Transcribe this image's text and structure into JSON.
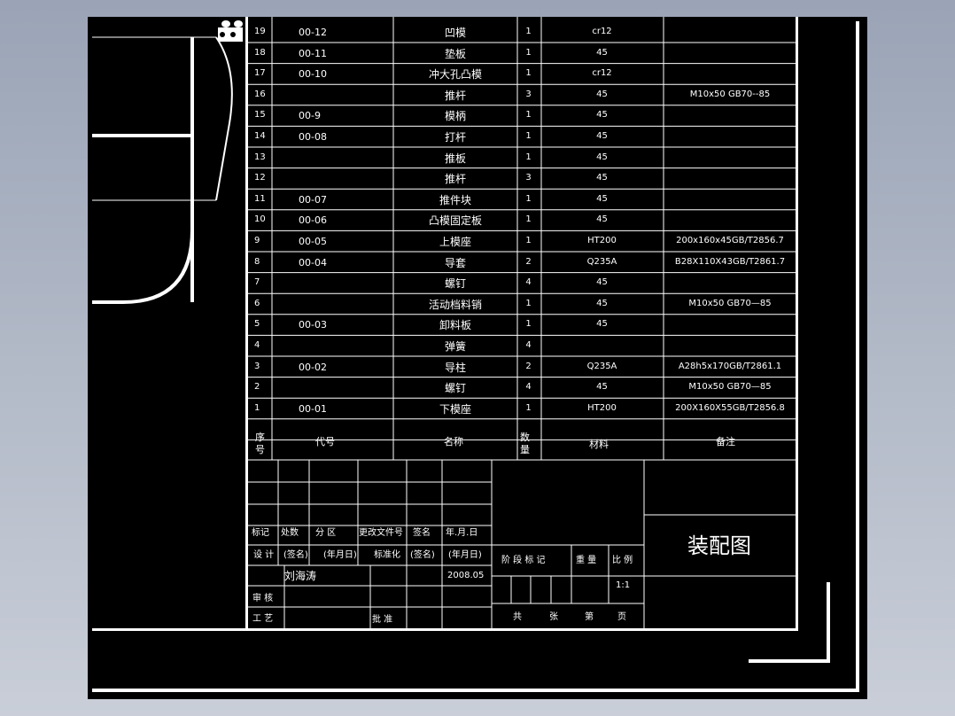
{
  "parts": [
    {
      "no": "19",
      "code": "00-12",
      "name": "凹模",
      "qty": "1",
      "material": "cr12",
      "note": ""
    },
    {
      "no": "18",
      "code": "00-11",
      "name": "垫板",
      "qty": "1",
      "material": "45",
      "note": ""
    },
    {
      "no": "17",
      "code": "00-10",
      "name": "冲大孔凸模",
      "qty": "1",
      "material": "cr12",
      "note": ""
    },
    {
      "no": "16",
      "code": "",
      "name": "推杆",
      "qty": "3",
      "material": "45",
      "note": "M10x50  GB70--85"
    },
    {
      "no": "15",
      "code": "00-9",
      "name": "模柄",
      "qty": "1",
      "material": "45",
      "note": ""
    },
    {
      "no": "14",
      "code": "00-08",
      "name": "打杆",
      "qty": "1",
      "material": "45",
      "note": ""
    },
    {
      "no": "13",
      "code": "",
      "name": "推板",
      "qty": "1",
      "material": "45",
      "note": ""
    },
    {
      "no": "12",
      "code": "",
      "name": "推杆",
      "qty": "3",
      "material": "45",
      "note": ""
    },
    {
      "no": "11",
      "code": "00-07",
      "name": "推件块",
      "qty": "1",
      "material": "45",
      "note": ""
    },
    {
      "no": "10",
      "code": "00-06",
      "name": "凸模固定板",
      "qty": "1",
      "material": "45",
      "note": ""
    },
    {
      "no": "9",
      "code": "00-05",
      "name": "上模座",
      "qty": "1",
      "material": "HT200",
      "note": "200x160x45GB/T2856.7"
    },
    {
      "no": "8",
      "code": "00-04",
      "name": "导套",
      "qty": "2",
      "material": "Q235A",
      "note": "B28X110X43GB/T2861.7"
    },
    {
      "no": "7",
      "code": "",
      "name": "螺钉",
      "qty": "4",
      "material": "45",
      "note": ""
    },
    {
      "no": "6",
      "code": "",
      "name": "活动档料销",
      "qty": "1",
      "material": "45",
      "note": "M10x50  GB70—85"
    },
    {
      "no": "5",
      "code": "00-03",
      "name": "卸料板",
      "qty": "1",
      "material": "45",
      "note": ""
    },
    {
      "no": "4",
      "code": "",
      "name": "弹簧",
      "qty": "4",
      "material": "",
      "note": ""
    },
    {
      "no": "3",
      "code": "00-02",
      "name": "导柱",
      "qty": "2",
      "material": "Q235A",
      "note": "A28h5x170GB/T2861.1"
    },
    {
      "no": "2",
      "code": "",
      "name": "螺钉",
      "qty": "4",
      "material": "45",
      "note": "M10x50  GB70—85"
    },
    {
      "no": "1",
      "code": "00-01",
      "name": "下模座",
      "qty": "1",
      "material": "HT200",
      "note": "200X160X55GB/T2856.8"
    }
  ],
  "header": {
    "no": "序号",
    "code": "代号",
    "name": "名称",
    "qty": "数量",
    "material": "材料",
    "note": "备注"
  },
  "title_block": {
    "mark": "标记",
    "count": "处数",
    "zone": "分 区",
    "change_no": "更改文件号",
    "signature": "签名",
    "date": "年.月.日",
    "design": "设 计",
    "design_sign": "(签名)",
    "design_date": "(年月日)",
    "standard": "标准化",
    "standard_sign": "(签名)",
    "standard_date": "(年月日)",
    "designer": "刘海涛",
    "design_date_value": "2008.05",
    "review": "审 核",
    "process": "工 艺",
    "approve": "批 准",
    "stage": "阶 段 标 记",
    "weight": "重 量",
    "scale": "比 例",
    "scale_value": "1:1",
    "sheets": "共",
    "sheet_unit": "张",
    "sheet_no": "第",
    "page_unit": "页",
    "drawing_title": "装配图"
  }
}
